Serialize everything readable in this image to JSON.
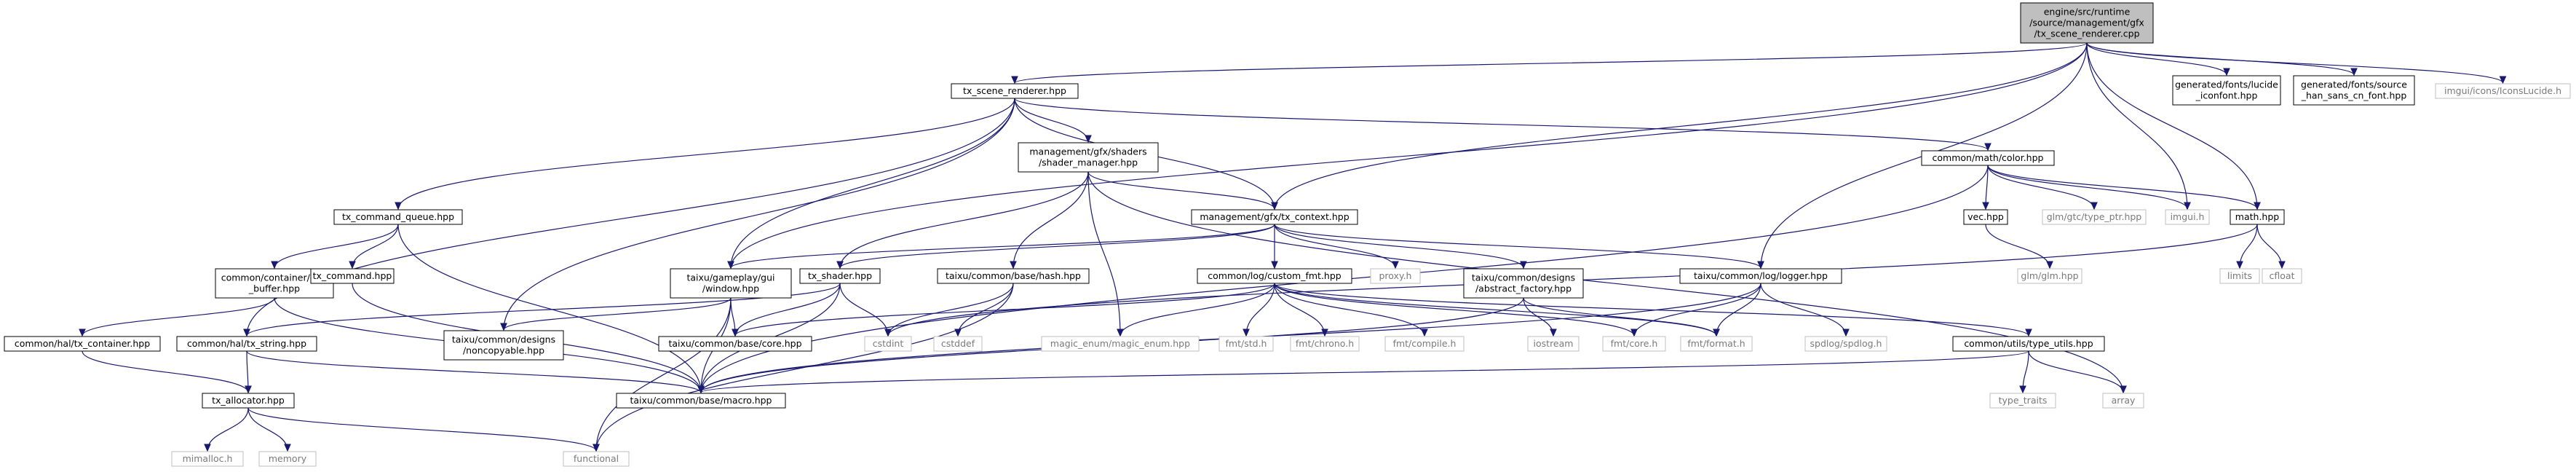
{
  "diagram": {
    "nodes": [
      {
        "id": "root",
        "lines": [
          "engine/src/runtime",
          "/source/management/gfx",
          "/tx_scene_renderer.cpp"
        ],
        "kind": "root"
      },
      {
        "id": "txsr",
        "lines": [
          "tx_scene_renderer.hpp"
        ],
        "kind": "local"
      },
      {
        "id": "lucide_font",
        "lines": [
          "generated/fonts/lucide",
          "_iconfont.hpp"
        ],
        "kind": "local"
      },
      {
        "id": "han_font",
        "lines": [
          "generated/fonts/source",
          "_han_sans_cn_font.hpp"
        ],
        "kind": "local"
      },
      {
        "id": "icons_lucide",
        "lines": [
          "imgui/icons/IconsLucide.h"
        ],
        "kind": "external"
      },
      {
        "id": "shader_mgr",
        "lines": [
          "management/gfx/shaders",
          "/shader_manager.hpp"
        ],
        "kind": "local"
      },
      {
        "id": "color",
        "lines": [
          "common/math/color.hpp"
        ],
        "kind": "local"
      },
      {
        "id": "cmd_queue",
        "lines": [
          "tx_command_queue.hpp"
        ],
        "kind": "local"
      },
      {
        "id": "tx_context",
        "lines": [
          "management/gfx/tx_context.hpp"
        ],
        "kind": "local"
      },
      {
        "id": "vec",
        "lines": [
          "vec.hpp"
        ],
        "kind": "local"
      },
      {
        "id": "type_ptr",
        "lines": [
          "glm/gtc/type_ptr.hpp"
        ],
        "kind": "external"
      },
      {
        "id": "imgui",
        "lines": [
          "imgui.h"
        ],
        "kind": "external"
      },
      {
        "id": "math",
        "lines": [
          "math.hpp"
        ],
        "kind": "local"
      },
      {
        "id": "ring_buffer",
        "lines": [
          "common/container/ring",
          "_buffer.hpp"
        ],
        "kind": "local"
      },
      {
        "id": "tx_command",
        "lines": [
          "tx_command.hpp"
        ],
        "kind": "local"
      },
      {
        "id": "gui_window",
        "lines": [
          "taixu/gameplay/gui",
          "/window.hpp"
        ],
        "kind": "local"
      },
      {
        "id": "tx_shader",
        "lines": [
          "tx_shader.hpp"
        ],
        "kind": "local"
      },
      {
        "id": "hash",
        "lines": [
          "taixu/common/base/hash.hpp"
        ],
        "kind": "local"
      },
      {
        "id": "custom_fmt",
        "lines": [
          "common/log/custom_fmt.hpp"
        ],
        "kind": "local"
      },
      {
        "id": "proxy",
        "lines": [
          "proxy.h"
        ],
        "kind": "external"
      },
      {
        "id": "abstract_factory",
        "lines": [
          "taixu/common/designs",
          "/abstract_factory.hpp"
        ],
        "kind": "local"
      },
      {
        "id": "logger",
        "lines": [
          "taixu/common/log/logger.hpp"
        ],
        "kind": "local"
      },
      {
        "id": "glm",
        "lines": [
          "glm/glm.hpp"
        ],
        "kind": "external"
      },
      {
        "id": "limits",
        "lines": [
          "limits"
        ],
        "kind": "external"
      },
      {
        "id": "cfloat",
        "lines": [
          "cfloat"
        ],
        "kind": "external"
      },
      {
        "id": "tx_container",
        "lines": [
          "common/hal/tx_container.hpp"
        ],
        "kind": "local"
      },
      {
        "id": "tx_string",
        "lines": [
          "common/hal/tx_string.hpp"
        ],
        "kind": "local"
      },
      {
        "id": "noncopyable",
        "lines": [
          "taixu/common/designs",
          "/noncopyable.hpp"
        ],
        "kind": "local"
      },
      {
        "id": "core",
        "lines": [
          "taixu/common/base/core.hpp"
        ],
        "kind": "local"
      },
      {
        "id": "cstdint",
        "lines": [
          "cstdint"
        ],
        "kind": "external"
      },
      {
        "id": "cstddef",
        "lines": [
          "cstddef"
        ],
        "kind": "external"
      },
      {
        "id": "magic_enum",
        "lines": [
          "magic_enum/magic_enum.hpp"
        ],
        "kind": "external"
      },
      {
        "id": "fmt_std",
        "lines": [
          "fmt/std.h"
        ],
        "kind": "external"
      },
      {
        "id": "fmt_chrono",
        "lines": [
          "fmt/chrono.h"
        ],
        "kind": "external"
      },
      {
        "id": "fmt_compile",
        "lines": [
          "fmt/compile.h"
        ],
        "kind": "external"
      },
      {
        "id": "iostream",
        "lines": [
          "iostream"
        ],
        "kind": "external"
      },
      {
        "id": "fmt_core",
        "lines": [
          "fmt/core.h"
        ],
        "kind": "external"
      },
      {
        "id": "fmt_format",
        "lines": [
          "fmt/format.h"
        ],
        "kind": "external"
      },
      {
        "id": "spdlog",
        "lines": [
          "spdlog/spdlog.h"
        ],
        "kind": "external"
      },
      {
        "id": "type_utils",
        "lines": [
          "common/utils/type_utils.hpp"
        ],
        "kind": "local"
      },
      {
        "id": "tx_allocator",
        "lines": [
          "tx_allocator.hpp"
        ],
        "kind": "local"
      },
      {
        "id": "macro",
        "lines": [
          "taixu/common/base/macro.hpp"
        ],
        "kind": "local"
      },
      {
        "id": "type_traits",
        "lines": [
          "type_traits"
        ],
        "kind": "external"
      },
      {
        "id": "array",
        "lines": [
          "array"
        ],
        "kind": "external"
      },
      {
        "id": "mimalloc",
        "lines": [
          "mimalloc.h"
        ],
        "kind": "external"
      },
      {
        "id": "memory",
        "lines": [
          "memory"
        ],
        "kind": "external"
      },
      {
        "id": "functional",
        "lines": [
          "functional"
        ],
        "kind": "external"
      }
    ],
    "edges": [
      [
        "root",
        "txsr"
      ],
      [
        "root",
        "lucide_font"
      ],
      [
        "root",
        "han_font"
      ],
      [
        "root",
        "icons_lucide"
      ],
      [
        "root",
        "gui_window"
      ],
      [
        "root",
        "tx_context"
      ],
      [
        "root",
        "logger"
      ],
      [
        "root",
        "imgui"
      ],
      [
        "root",
        "math"
      ],
      [
        "txsr",
        "cmd_queue"
      ],
      [
        "txsr",
        "shader_mgr"
      ],
      [
        "txsr",
        "tx_context"
      ],
      [
        "txsr",
        "color"
      ],
      [
        "txsr",
        "gui_window"
      ],
      [
        "txsr",
        "noncopyable"
      ],
      [
        "txsr",
        "tx_string"
      ],
      [
        "shader_mgr",
        "tx_context"
      ],
      [
        "shader_mgr",
        "tx_shader"
      ],
      [
        "shader_mgr",
        "hash"
      ],
      [
        "shader_mgr",
        "magic_enum"
      ],
      [
        "shader_mgr",
        "array"
      ],
      [
        "color",
        "vec"
      ],
      [
        "color",
        "type_ptr"
      ],
      [
        "color",
        "imgui"
      ],
      [
        "color",
        "math"
      ],
      [
        "color",
        "macro"
      ],
      [
        "vec",
        "glm"
      ],
      [
        "math",
        "limits"
      ],
      [
        "math",
        "cfloat"
      ],
      [
        "math",
        "cstdint"
      ],
      [
        "cmd_queue",
        "ring_buffer"
      ],
      [
        "cmd_queue",
        "tx_command"
      ],
      [
        "cmd_queue",
        "macro"
      ],
      [
        "ring_buffer",
        "tx_container"
      ],
      [
        "ring_buffer",
        "macro"
      ],
      [
        "tx_command",
        "macro"
      ],
      [
        "tx_context",
        "gui_window"
      ],
      [
        "tx_context",
        "tx_shader"
      ],
      [
        "tx_context",
        "custom_fmt"
      ],
      [
        "tx_context",
        "proxy"
      ],
      [
        "tx_context",
        "abstract_factory"
      ],
      [
        "tx_context",
        "logger"
      ],
      [
        "gui_window",
        "noncopyable"
      ],
      [
        "gui_window",
        "core"
      ],
      [
        "gui_window",
        "macro"
      ],
      [
        "gui_window",
        "functional"
      ],
      [
        "tx_shader",
        "tx_string"
      ],
      [
        "tx_shader",
        "core"
      ],
      [
        "tx_shader",
        "cstdint"
      ],
      [
        "tx_shader",
        "macro"
      ],
      [
        "hash",
        "cstdint"
      ],
      [
        "hash",
        "cstddef"
      ],
      [
        "hash",
        "functional"
      ],
      [
        "custom_fmt",
        "core"
      ],
      [
        "custom_fmt",
        "magic_enum"
      ],
      [
        "custom_fmt",
        "fmt_std"
      ],
      [
        "custom_fmt",
        "fmt_chrono"
      ],
      [
        "custom_fmt",
        "fmt_compile"
      ],
      [
        "custom_fmt",
        "fmt_core"
      ],
      [
        "custom_fmt",
        "fmt_format"
      ],
      [
        "custom_fmt",
        "type_utils"
      ],
      [
        "abstract_factory",
        "iostream"
      ],
      [
        "abstract_factory",
        "fmt_format"
      ],
      [
        "abstract_factory",
        "macro"
      ],
      [
        "logger",
        "fmt_core"
      ],
      [
        "logger",
        "fmt_format"
      ],
      [
        "logger",
        "spdlog"
      ],
      [
        "logger",
        "macro"
      ],
      [
        "tx_container",
        "tx_allocator"
      ],
      [
        "tx_string",
        "tx_allocator"
      ],
      [
        "tx_string",
        "macro"
      ],
      [
        "tx_allocator",
        "mimalloc"
      ],
      [
        "tx_allocator",
        "memory"
      ],
      [
        "tx_allocator",
        "functional"
      ],
      [
        "type_utils",
        "type_traits"
      ],
      [
        "type_utils",
        "array"
      ],
      [
        "type_utils",
        "macro"
      ]
    ]
  }
}
